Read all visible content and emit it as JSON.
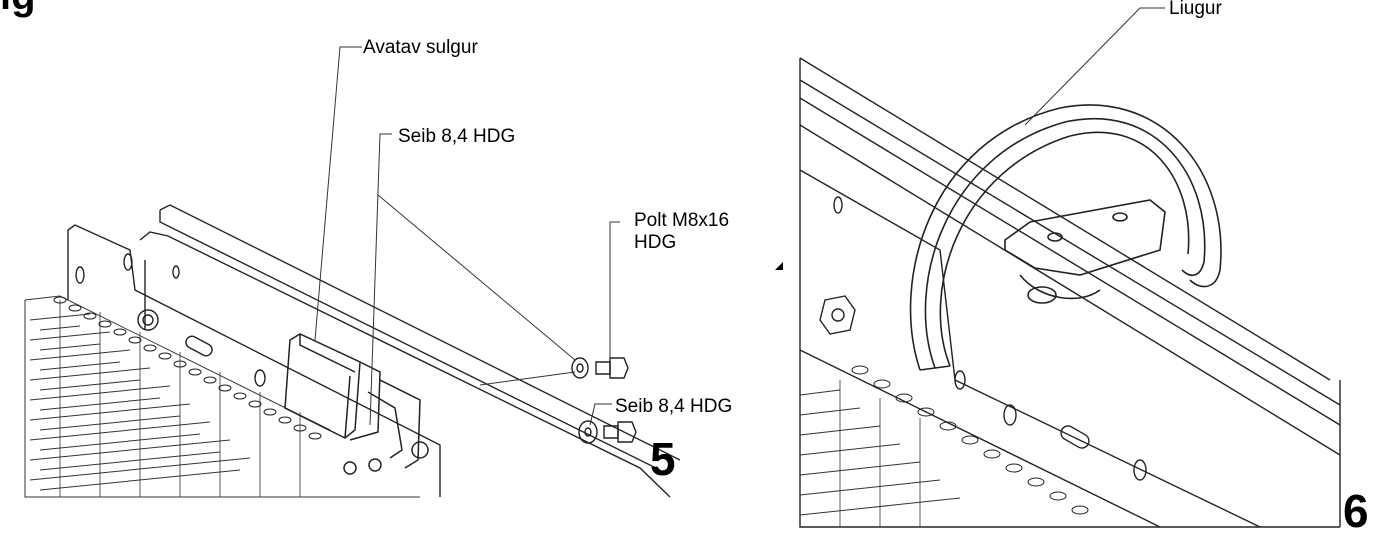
{
  "heading_fragment": "ig      ",
  "left_panel": {
    "step_number": "5",
    "callouts": {
      "avatav_sulgur": "Avatav sulgur",
      "seib_upper": "Seib 8,4 HDG",
      "polt": "Polt M8x16 HDG",
      "seib_lower": "Seib 8,4 HDG"
    }
  },
  "right_panel": {
    "step_number": "6",
    "callouts": {
      "liugur": "Liugur"
    }
  }
}
